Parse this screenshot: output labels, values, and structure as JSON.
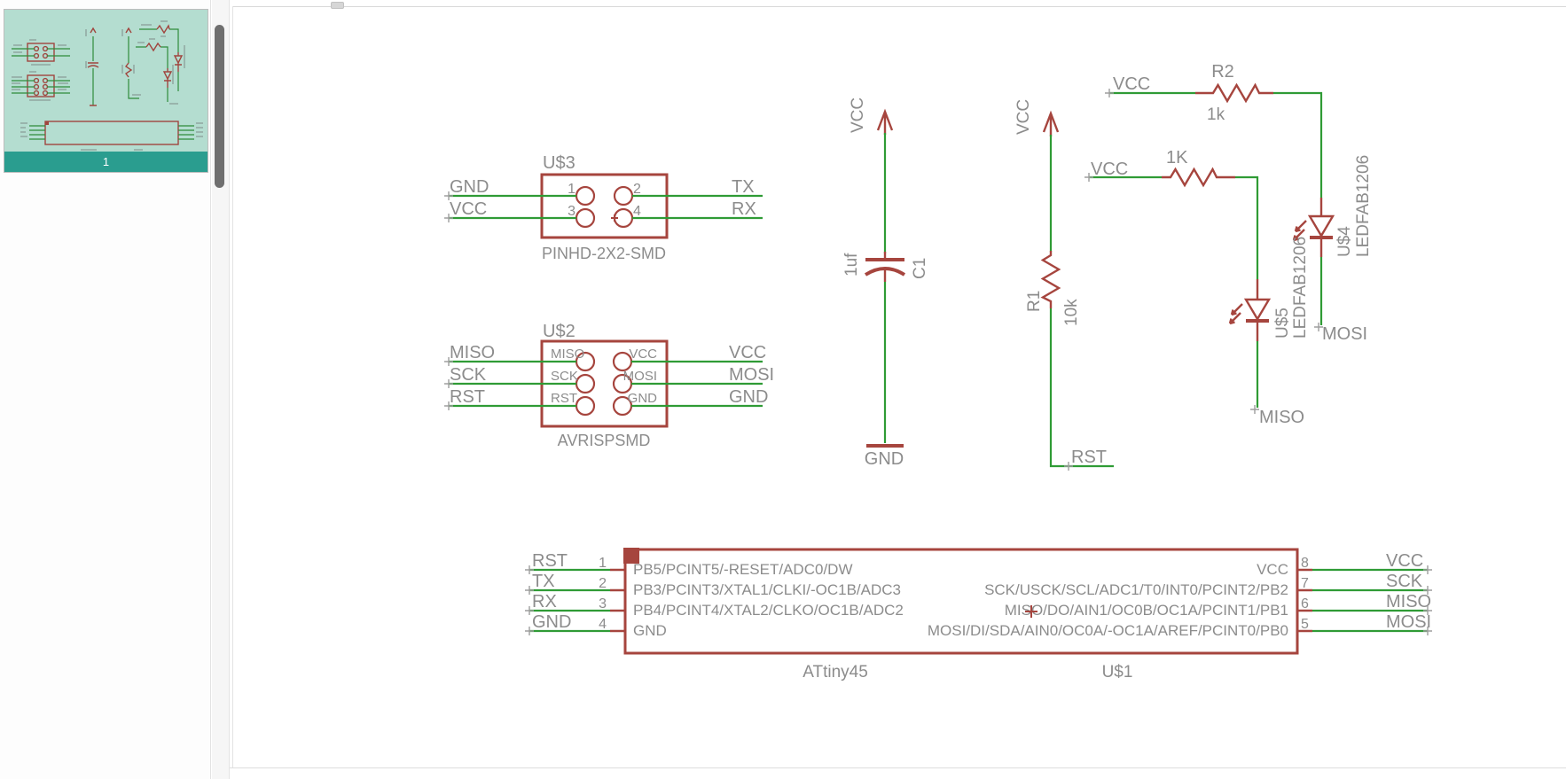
{
  "viewer": {
    "page_label": "1"
  },
  "colors": {
    "component_red": "#a6453e",
    "wire_green": "#2f9b35",
    "label_gray": "#8c8c8c",
    "thumbnail_teal": "#b4ddd0",
    "thumbnail_bar_teal": "#2a9d8f"
  },
  "schematic": {
    "connector_u3": {
      "refdes": "U$3",
      "package": "PINHD-2X2-SMD",
      "pins": {
        "p1": "1",
        "p2": "2",
        "p3": "3",
        "p4": "4"
      },
      "nets": {
        "left1": "GND",
        "left2": "VCC",
        "right1": "TX",
        "right2": "RX"
      }
    },
    "header_u2": {
      "refdes": "U$2",
      "package": "AVRISPSMD",
      "pin_names": {
        "l1": "MISO",
        "l2": "SCK",
        "l3": "RST",
        "r1": "VCC",
        "r2": "MOSI",
        "r3": "GND"
      },
      "nets": {
        "left1": "MISO",
        "left2": "SCK",
        "left3": "RST",
        "right1": "VCC",
        "right2": "MOSI",
        "right3": "GND"
      }
    },
    "cap_c1": {
      "refdes": "C1",
      "value": "1uf",
      "net_top": "VCC",
      "net_bottom": "GND"
    },
    "res_r1": {
      "refdes": "R1",
      "value": "10k",
      "net_top": "VCC",
      "net_bottom": "RST"
    },
    "res_r2": {
      "refdes": "R2",
      "value": "1k",
      "net_left": "VCC"
    },
    "res_1k": {
      "value": "1K",
      "net_left": "VCC"
    },
    "led_u4": {
      "refdes": "U$4",
      "device": "LEDFAB1206",
      "net_bottom": "MOSI"
    },
    "led_u5": {
      "refdes": "U$5",
      "device": "LEDFAB1206",
      "net_bottom": "MISO"
    },
    "ic_u1": {
      "refdes": "U$1",
      "value": "ATtiny45",
      "left_pins": [
        {
          "num": "1",
          "name": "PB5/PCINT5/-RESET/ADC0/DW",
          "net": "RST"
        },
        {
          "num": "2",
          "name": "PB3/PCINT3/XTAL1/CLKI/-OC1B/ADC3",
          "net": "TX"
        },
        {
          "num": "3",
          "name": "PB4/PCINT4/XTAL2/CLKO/OC1B/ADC2",
          "net": "RX"
        },
        {
          "num": "4",
          "name": "GND",
          "net": "GND"
        }
      ],
      "right_pins": [
        {
          "num": "8",
          "name": "VCC",
          "net": "VCC"
        },
        {
          "num": "7",
          "name": "SCK/USCK/SCL/ADC1/T0/INT0/PCINT2/PB2",
          "net": "SCK"
        },
        {
          "num": "6",
          "name": "MISO/DO/AIN1/OC0B/OC1A/PCINT1/PB1",
          "net": "MISO"
        },
        {
          "num": "5",
          "name": "MOSI/DI/SDA/AIN0/OC0A/-OC1A/AREF/PCINT0/PB0",
          "net": "MOSI"
        }
      ]
    }
  }
}
